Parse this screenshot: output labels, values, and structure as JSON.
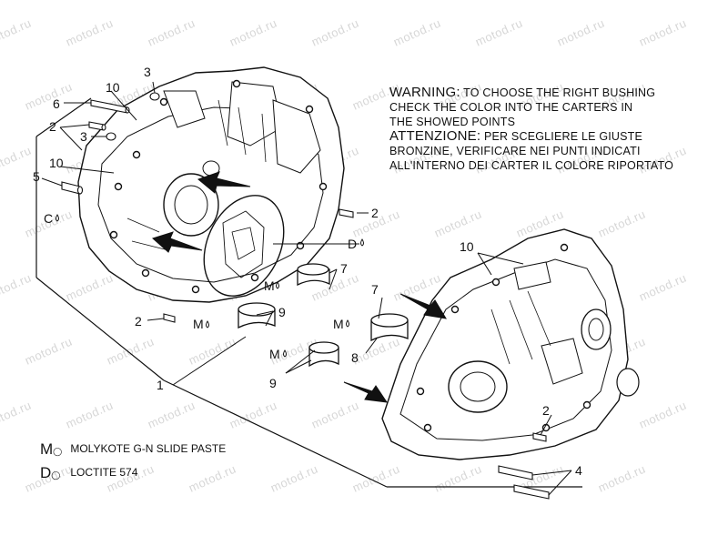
{
  "watermark": "motod.ru",
  "notes": {
    "warning_label": "WARNING:",
    "warning_line1": "TO CHOOSE THE RIGHT BUSHING",
    "warning_line2": "CHECK THE COLOR INTO THE CARTERS IN",
    "warning_line3": "THE SHOWED POINTS",
    "attention_label": "ATTENZIONE:",
    "attention_line1": "PER SCEGLIERE LE GIUSTE",
    "attention_line2": "BRONZINE, VERIFICARE NEI PUNTI INDICATI",
    "attention_line3": "ALL'INTERNO DEI CARTER IL COLORE RIPORTATO"
  },
  "legend": [
    {
      "symbol": "M",
      "text": "MOLYKOTE G-N SLIDE PASTE"
    },
    {
      "symbol": "D",
      "text": "LOCTITE 574"
    }
  ],
  "callouts": {
    "c1": "1",
    "c2a": "2",
    "c2b": "2",
    "c2c": "2",
    "c2d": "2",
    "c3a": "3",
    "c3b": "3",
    "c4": "4",
    "c5": "5",
    "c6": "6",
    "c7a": "7",
    "c7b": "7",
    "c8": "8",
    "c9a": "9",
    "c9b": "9",
    "c10a": "10",
    "c10b": "10",
    "c10c": "10",
    "cC": "C",
    "cD": "D",
    "cMa": "M",
    "cMb": "M",
    "cMc": "M",
    "cMd": "M"
  },
  "parts": {
    "left_crankcase": "left-crankcase-half",
    "right_crankcase": "right-crankcase-half",
    "main_bushing_upper": "main-bearing-bushing",
    "main_bushing_lower": "main-bearing-bushing",
    "bushing_right_a": "main-bearing-bushing",
    "bushing_right_b": "main-bearing-bushing",
    "studs": "stud",
    "dowel_pins": "dowel-pin"
  }
}
